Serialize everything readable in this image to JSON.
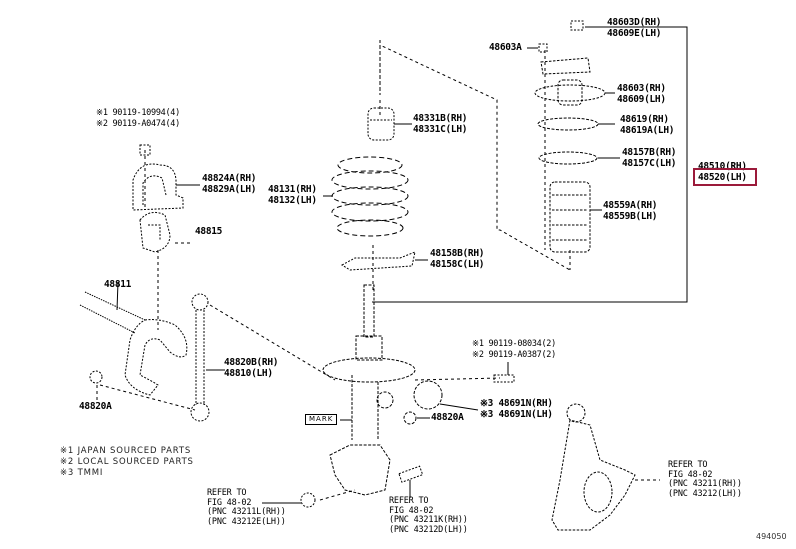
{
  "figure": {
    "id": "494050",
    "highlight_color": "#9b1a3a",
    "highlighted_part": "48520(LH)"
  },
  "parts": {
    "bolt_note": [
      "※1 90119-10994(4)",
      "※2 90119-A0474(4)"
    ],
    "bracket": [
      "48824A(RH)",
      "48829A(LH)"
    ],
    "bushing": [
      "48815"
    ],
    "stabilizer_bar": [
      "48811"
    ],
    "bushing_bottom": [
      "48820A"
    ],
    "link": [
      "48820B(RH)",
      "48810(LH)"
    ],
    "bound_stopper": [
      "48331B(RH)",
      "48331C(LH)"
    ],
    "coil_spring": [
      "48131(RH)",
      "48132(LH)"
    ],
    "spring_insulator": [
      "48158B(RH)",
      "48158C(LH)"
    ],
    "nut_top": [
      "48603D(RH)",
      "48609E(LH)"
    ],
    "nut_small": [
      "48603A"
    ],
    "support": [
      "48603(RH)",
      "48609(LH)"
    ],
    "upper_seat": [
      "48619(RH)",
      "48619A(LH)"
    ],
    "upper_insulator": [
      "48157B(RH)",
      "48157C(LH)"
    ],
    "shock_absorber": [
      "48510(RH)",
      "48520(LH)"
    ],
    "dust_boot": [
      "48559A(RH)",
      "48559B(LH)"
    ],
    "bolt_note_2": [
      "※1 90119-08034(2)",
      "※2 90119-A0387(2)"
    ],
    "cam": [
      "※3 48691N(RH)",
      "※3 48691N(LH)"
    ],
    "nut_strut": [
      "48820A"
    ]
  },
  "references": {
    "ref_left": [
      "REFER TO",
      "FIG 48-02",
      "(PNC 43211L(RH))",
      "(PNC 43212E(LH))"
    ],
    "ref_mid": [
      "REFER TO",
      "FIG 48-02",
      "(PNC 43211K(RH))",
      "(PNC 43212D(LH))"
    ],
    "ref_right": [
      "REFER TO",
      "FIG 48-02",
      "(PNC 43211(RH))",
      "(PNC 43212(LH))"
    ]
  },
  "legend": [
    "※1 JAPAN SOURCED PARTS",
    "※2 LOCAL SOURCED PARTS",
    "※3 TMMI"
  ],
  "mark_label": "MARK"
}
